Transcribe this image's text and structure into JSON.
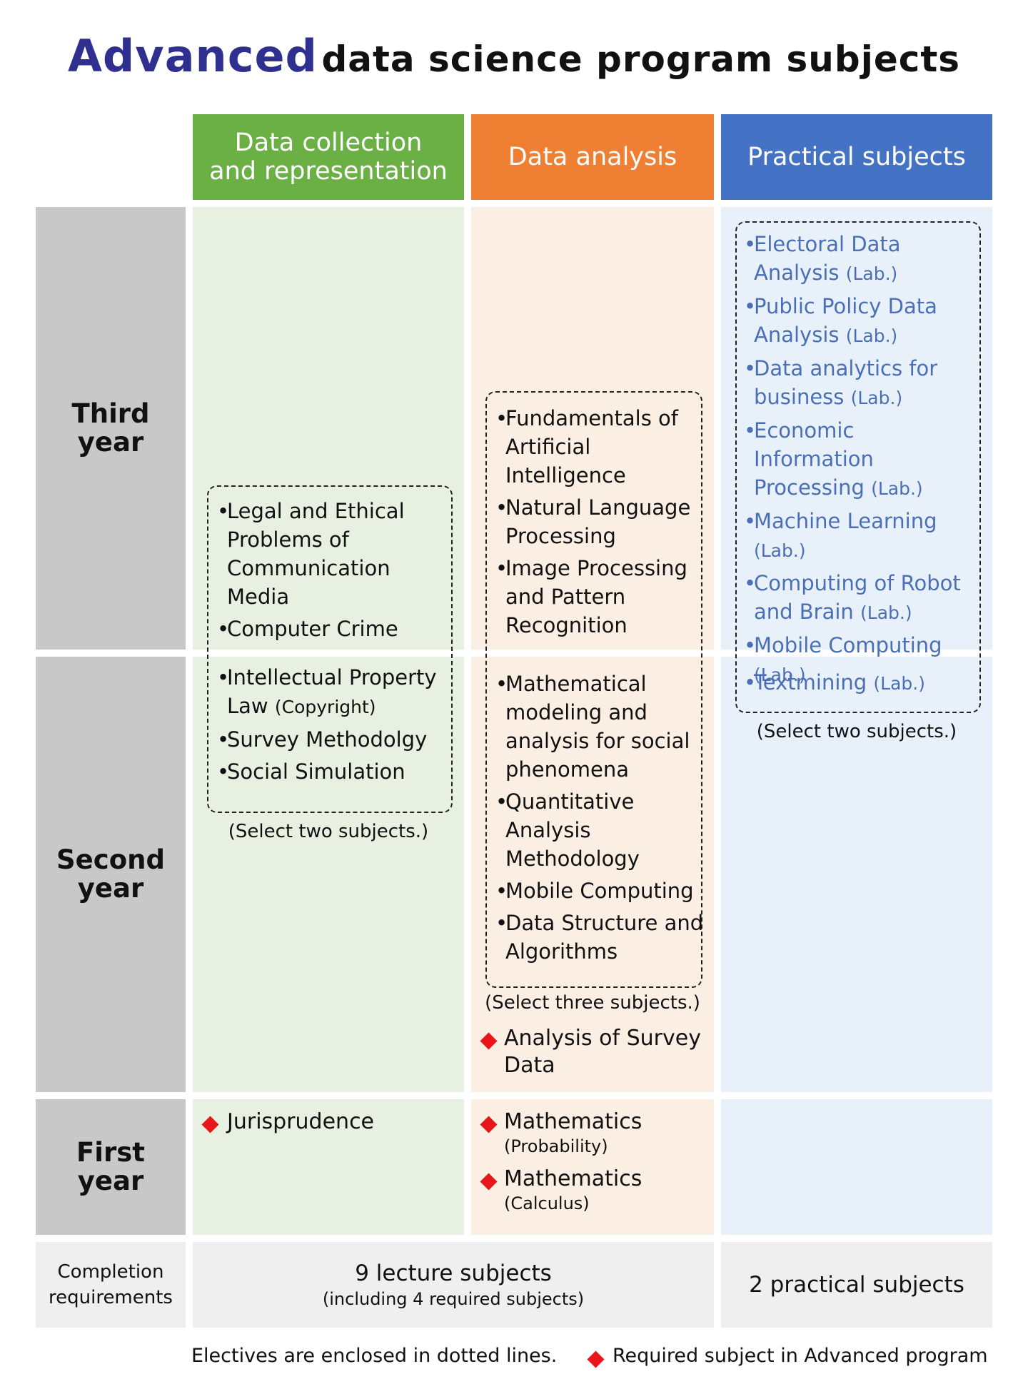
{
  "title": {
    "emph": "Advanced",
    "rest": "data science program subjects"
  },
  "columns": {
    "collection": {
      "line1": "Data collection",
      "line2": "and representation"
    },
    "analysis": "Data analysis",
    "practical": "Practical subjects"
  },
  "rows": {
    "third": {
      "line1": "Third",
      "line2": "year"
    },
    "second": {
      "line1": "Second",
      "line2": "year"
    },
    "first": {
      "line1": "First",
      "line2": "year"
    }
  },
  "collection_electives": [
    {
      "text": "Legal and Ethical Problems of Communication Media"
    },
    {
      "text": "Computer Crime"
    },
    {
      "text": "Intellectual Property Law",
      "suffix": "(Copyright)"
    },
    {
      "text": "Survey Methodolgy"
    },
    {
      "text": "Social Simulation"
    }
  ],
  "collection_note": "(Select two subjects.)",
  "analysis_electives_third": [
    "Fundamentals of Artificial Intelligence",
    "Natural Language Processing",
    "Image Processing and Pattern Recognition"
  ],
  "analysis_electives_second": [
    "Mathematical modeling and analysis for social phenomena",
    "Quantitative Analysis Methodology",
    "Mobile Computing",
    "Data Structure and Algorithms"
  ],
  "analysis_note": "(Select three subjects.)",
  "analysis_required_second": "Analysis of Survey Data",
  "practical_electives": [
    {
      "text": "Electoral Data Analysis",
      "lab": "(Lab.)"
    },
    {
      "text": "Public Policy Data Analysis",
      "lab": "(Lab.)"
    },
    {
      "text": "Data analytics for business",
      "lab": "(Lab.)"
    },
    {
      "text": "Economic Information Processing",
      "lab": "(Lab.)"
    },
    {
      "text": "Machine Learning",
      "lab": "(Lab.)"
    },
    {
      "text": "Computing of Robot and Brain",
      "lab": "(Lab.)"
    },
    {
      "text": "Mobile Computing",
      "lab": "(Lab.)"
    },
    {
      "text": "Textmining",
      "lab": "(Lab.)"
    }
  ],
  "practical_note": "(Select two subjects.)",
  "first_year": {
    "jurisprudence": "Jurisprudence",
    "math1": {
      "title": "Mathematics",
      "sub": "(Probability)"
    },
    "math2": {
      "title": "Mathematics",
      "sub": "(Calculus)"
    }
  },
  "completion": {
    "label_line1": "Completion",
    "label_line2": "requirements",
    "lecture": "9 lecture subjects",
    "lecture_sub": "(including 4 required subjects)",
    "practical": "2 practical subjects"
  },
  "legend": {
    "electives": "Electives are enclosed in dotted lines.",
    "required": "Required subject in Advanced program"
  },
  "colors": {
    "green": "#6ab045",
    "orange": "#ee7f33",
    "blue": "#4472c4",
    "required_marker": "#e8161b",
    "title_accent": "#2f2f8f"
  }
}
